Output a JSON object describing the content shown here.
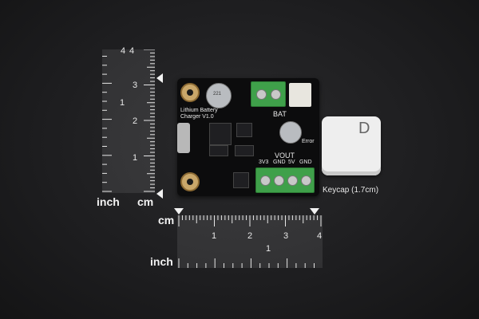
{
  "rulers": {
    "vertical": {
      "cm_label": "cm",
      "inch_label": "inch",
      "cm_ticks": [
        "1",
        "2",
        "3",
        "4"
      ],
      "inch_ticks": [
        "1"
      ],
      "top_inch_digit": "4"
    },
    "horizontal": {
      "cm_label": "cm",
      "inch_label": "inch",
      "cm_ticks": [
        "1",
        "2",
        "3",
        "4"
      ],
      "inch_ticks": [
        "1"
      ]
    }
  },
  "board": {
    "title_line1": "Lithium Battery",
    "title_line2": "Charger V1.0",
    "bat_label": "BAT",
    "vout_label": "VOUT",
    "pins": [
      "3V3",
      "GND",
      "5V",
      "GND"
    ],
    "error_label": "Error",
    "cap_text": "221"
  },
  "keycap": {
    "letter": "D",
    "caption": "Keycap (1.7cm)"
  }
}
